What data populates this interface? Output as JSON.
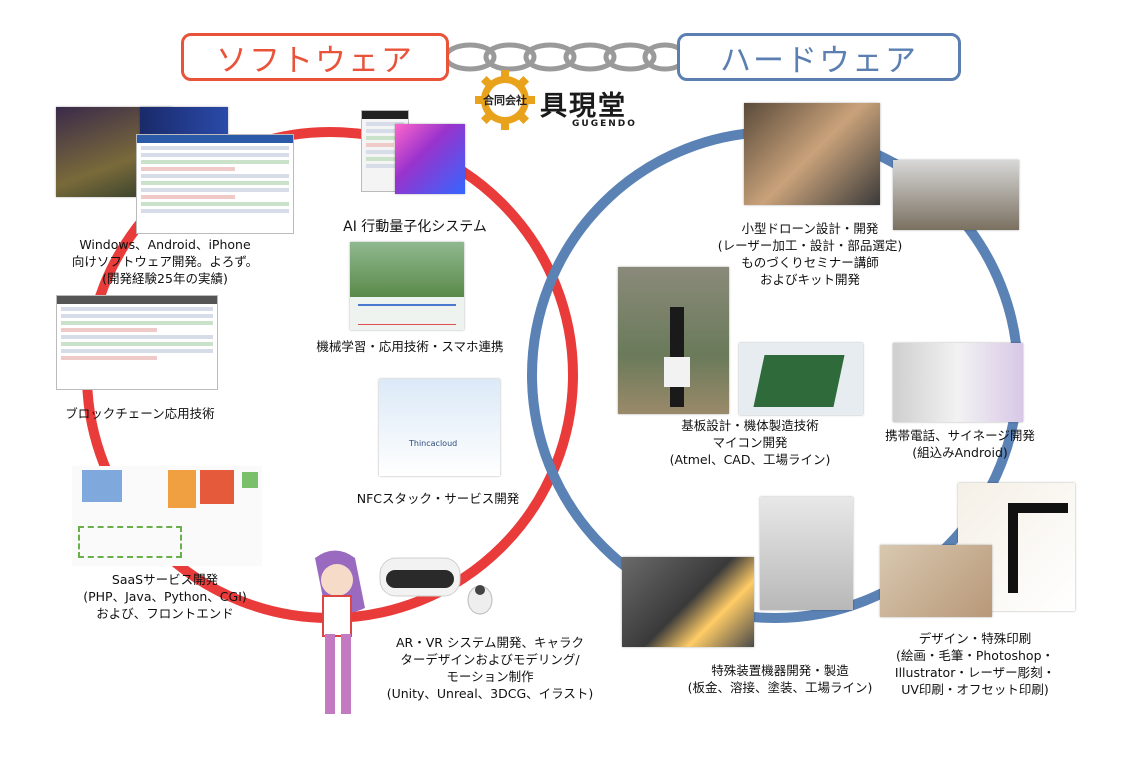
{
  "header": {
    "software_label": "ソフトウェア",
    "hardware_label": "ハードウェア",
    "company_type": "合同会社",
    "company_name": "具現堂",
    "company_romaji": "GUGENDO"
  },
  "colors": {
    "software_accent": "#e8533a",
    "hardware_accent": "#5a7fb0",
    "red_ring": "#ea3b3b",
    "blue_ring": "#5b82b5",
    "gear_gold": "#e9a21b"
  },
  "software": {
    "windows_text": "Windows、Android、iPhone\n向けソフトウェア開発。よろず。\n(開発経験25年の実績)",
    "ai_title": "AI 行動量子化システム",
    "ml_text": "機械学習・応用技術・スマホ連携",
    "blockchain_text": "ブロックチェーン応用技術",
    "nfc_text": "NFCスタック・サービス開発",
    "nfc_logo": "Thincacloud",
    "saas_text": "SaaSサービス開発\n(PHP、Java、Python、CGI)\nおよび、フロントエンド",
    "arvr_text": "AR・VR システム開発、キャラク\nターデザインおよびモデリング/\nモーション制作\n(Unity、Unreal、3DCG、イラスト)"
  },
  "hardware": {
    "drone_text": "小型ドローン設計・開発\n(レーザー加工・設計・部品選定)\nものづくりセミナー講師\nおよびキット開発",
    "pcb_text": "基板設計・機体製造技術\nマイコン開発\n(Atmel、CAD、工場ライン)",
    "phone_text": "携帯電話、サイネージ開発\n(組込みAndroid)",
    "special_text": "特殊装置機器開発・製造\n(板金、溶接、塗装、工場ライン)",
    "design_text": "デザイン・特殊印刷\n(絵画・毛筆・Photoshop・\nIllustrator・レーザー彫刻・\nUV印刷・オフセット印刷)"
  }
}
